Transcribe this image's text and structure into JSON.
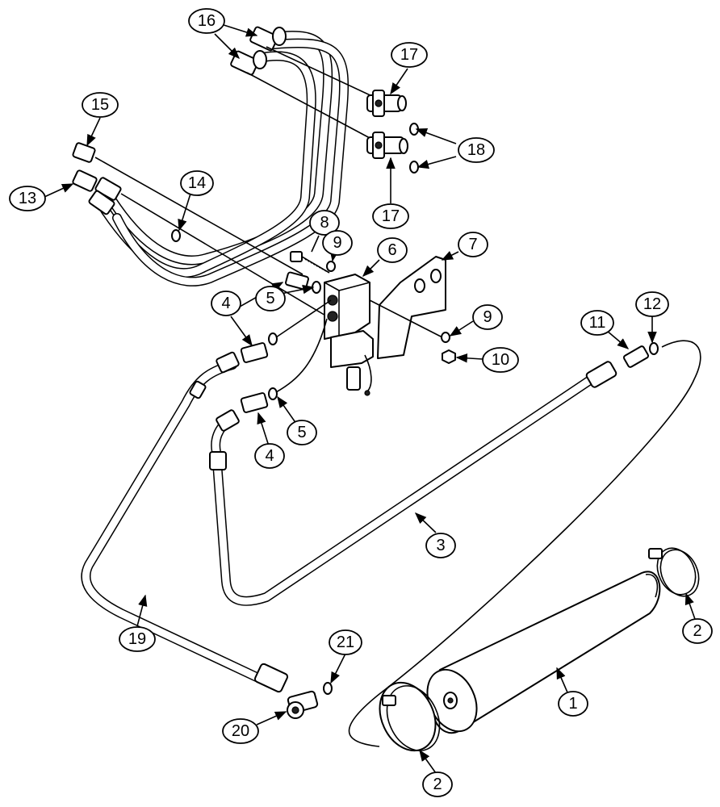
{
  "callouts": [
    {
      "id": "c1",
      "label": "1"
    },
    {
      "id": "c2a",
      "label": "2"
    },
    {
      "id": "c2b",
      "label": "2"
    },
    {
      "id": "c3",
      "label": "3"
    },
    {
      "id": "c4a",
      "label": "4"
    },
    {
      "id": "c4b",
      "label": "4"
    },
    {
      "id": "c5a",
      "label": "5"
    },
    {
      "id": "c5b",
      "label": "5"
    },
    {
      "id": "c6",
      "label": "6"
    },
    {
      "id": "c7",
      "label": "7"
    },
    {
      "id": "c8",
      "label": "8"
    },
    {
      "id": "c9a",
      "label": "9"
    },
    {
      "id": "c9b",
      "label": "9"
    },
    {
      "id": "c10",
      "label": "10"
    },
    {
      "id": "c11",
      "label": "11"
    },
    {
      "id": "c12",
      "label": "12"
    },
    {
      "id": "c13",
      "label": "13"
    },
    {
      "id": "c14",
      "label": "14"
    },
    {
      "id": "c15",
      "label": "15"
    },
    {
      "id": "c16",
      "label": "16"
    },
    {
      "id": "c17a",
      "label": "17"
    },
    {
      "id": "c17b",
      "label": "17"
    },
    {
      "id": "c18",
      "label": "18"
    },
    {
      "id": "c19",
      "label": "19"
    },
    {
      "id": "c20",
      "label": "20"
    },
    {
      "id": "c21",
      "label": "21"
    }
  ]
}
